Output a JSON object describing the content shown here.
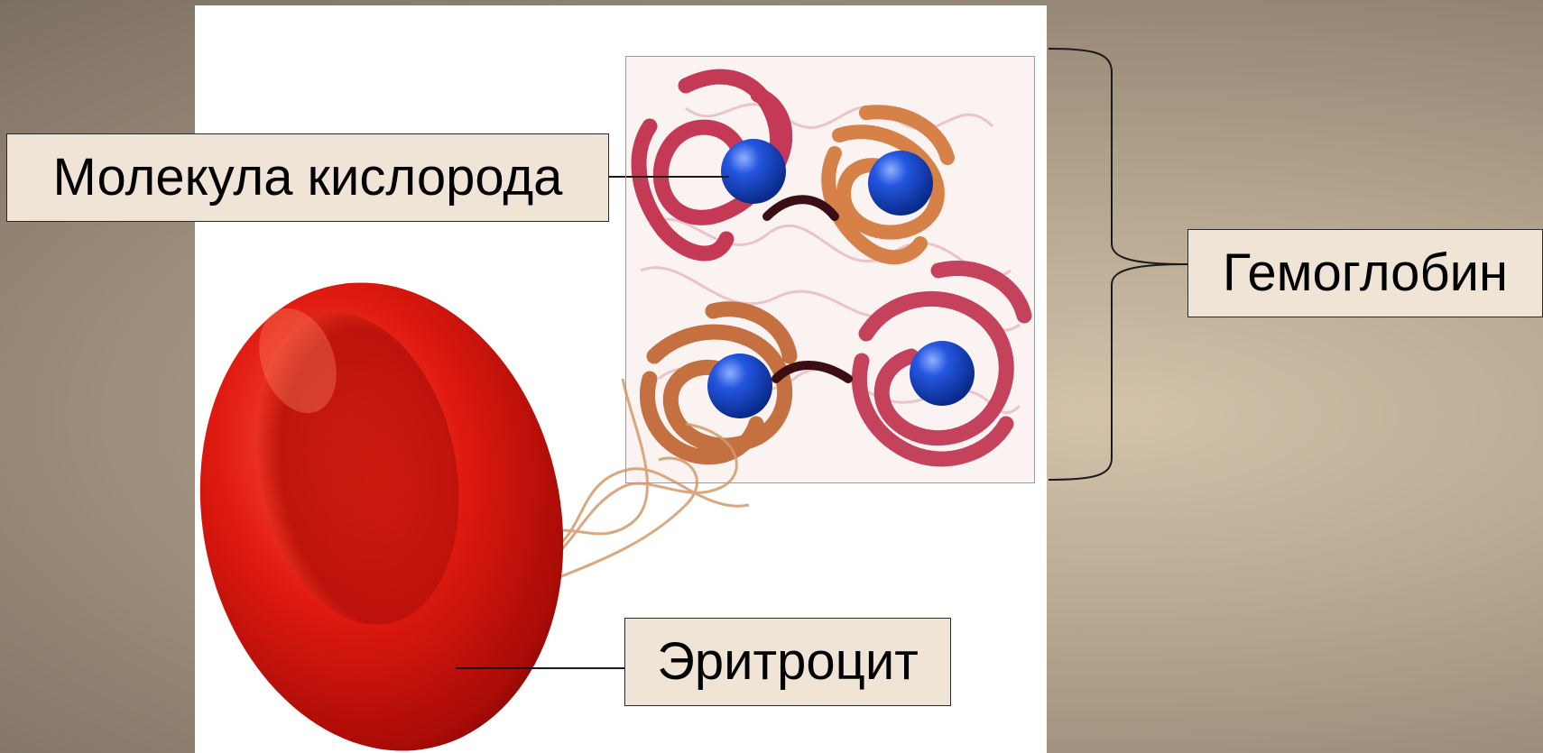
{
  "labels": {
    "oxygen": "Молекула кислорода",
    "hemoglobin": "Гемоглобин",
    "erythrocyte": "Эритроцит"
  },
  "colors": {
    "background": "#a89a86",
    "label_fill": "#efe4d6",
    "cell_red": "#d8140e",
    "oxygen_blue": "#1546c8",
    "chain_red": "#c9405a",
    "chain_orange": "#d07b45"
  },
  "icons": [
    "erythrocyte-icon",
    "hemoglobin-molecule-icon",
    "oxygen-molecule-icon"
  ]
}
